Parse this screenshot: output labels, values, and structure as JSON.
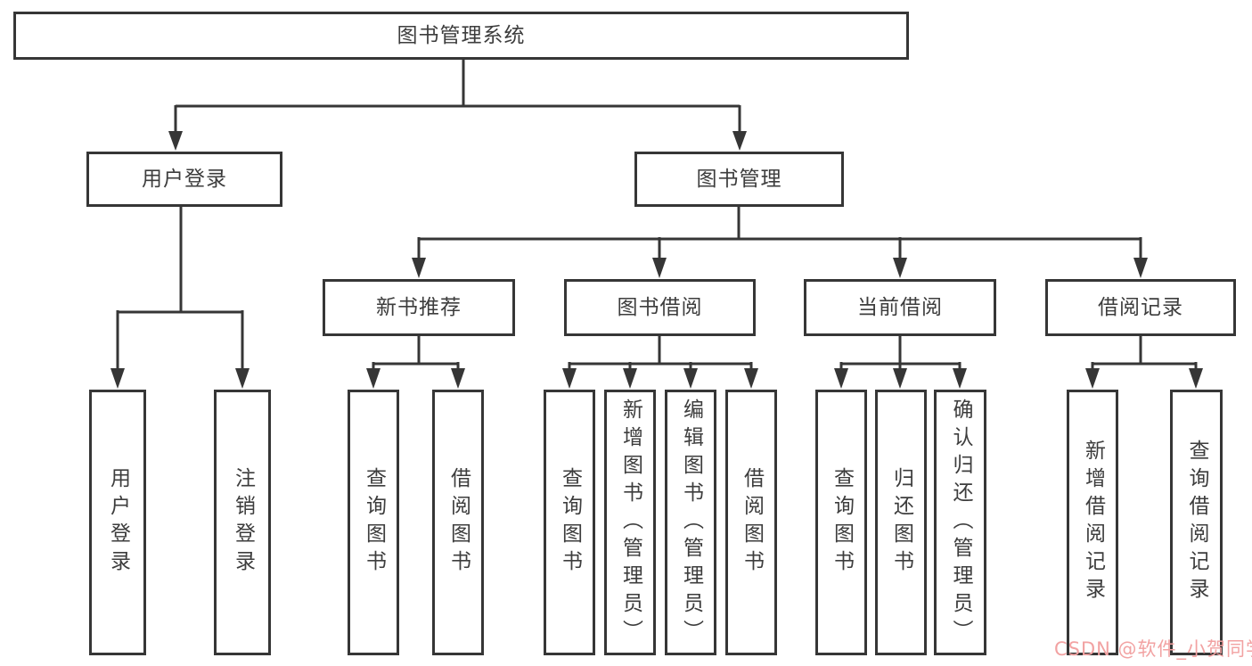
{
  "diagram": {
    "type": "hierarchy-chart",
    "colors": {
      "line": "#363636",
      "box_border": "#363636",
      "text": "#3d3d3d",
      "background": "#ffffff",
      "watermark": "#f2a2a2"
    },
    "tree": {
      "root": {
        "label": "图书管理系统"
      },
      "children": [
        {
          "label": "用户登录",
          "children": [
            {
              "label": "用户登录"
            },
            {
              "label": "注销登录"
            }
          ]
        },
        {
          "label": "图书管理",
          "children": [
            {
              "label": "新书推荐",
              "children": [
                {
                  "label": "查询图书"
                },
                {
                  "label": "借阅图书"
                }
              ]
            },
            {
              "label": "图书借阅",
              "children": [
                {
                  "label": "查询图书"
                },
                {
                  "label": "新增图书（管理员）"
                },
                {
                  "label": "编辑图书（管理员）"
                },
                {
                  "label": "借阅图书"
                }
              ]
            },
            {
              "label": "当前借阅",
              "children": [
                {
                  "label": "查询图书"
                },
                {
                  "label": "归还图书"
                },
                {
                  "label": "确认归还（管理员）"
                }
              ]
            },
            {
              "label": "借阅记录",
              "children": [
                {
                  "label": "新增借阅记录"
                },
                {
                  "label": "查询借阅记录"
                }
              ]
            }
          ]
        }
      ]
    }
  },
  "watermark": {
    "text": "CSDN @软件_小贺同学"
  }
}
